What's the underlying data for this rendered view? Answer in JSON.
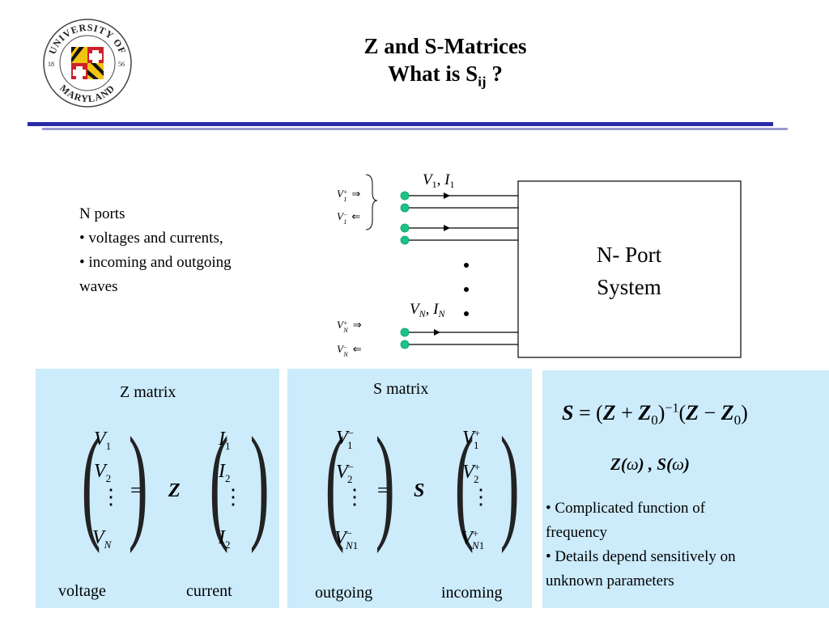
{
  "slide": {
    "title_line1": "Z and S-Matrices",
    "title_line2_main": "What is S",
    "title_line2_sub": "ij",
    "title_line2_end": " ?"
  },
  "logo": {
    "text_top": "UNIVERSITY OF",
    "text_bottom": "MARYLAND",
    "year_left": "18",
    "year_right": "56"
  },
  "left_text": {
    "line1": "N ports",
    "line2": "• voltages and currents,",
    "line3": "• incoming and outgoing",
    "line4": "waves"
  },
  "diagram": {
    "box_line1": "N- Port",
    "box_line2": "System",
    "label_top": "V1, I1",
    "label_bottom": "VN, IN"
  },
  "z_panel": {
    "title": "Z matrix",
    "operator": "Z",
    "left_label": "voltage",
    "right_label": "current"
  },
  "s_panel": {
    "title": "S matrix",
    "operator": "S",
    "left_label": "outgoing",
    "right_label": "incoming"
  },
  "right_panel": {
    "formula_text": "S = (Z + Z0)^-1 (Z - Z0)",
    "func_text": "Z(ω) , S(ω)",
    "bullet1_line1": "• Complicated function of",
    "bullet1_line2": "frequency",
    "bullet2_line1": "• Details depend sensitively on",
    "bullet2_line2": "unknown parameters"
  },
  "colors": {
    "panel_bg": "#ccebfb",
    "rule_dark": "#2a2aa8",
    "rule_light": "#9a9ad0",
    "port_dot": "#1fbf8f",
    "logo_red": "#d0202a",
    "logo_gold": "#f1c40f"
  }
}
